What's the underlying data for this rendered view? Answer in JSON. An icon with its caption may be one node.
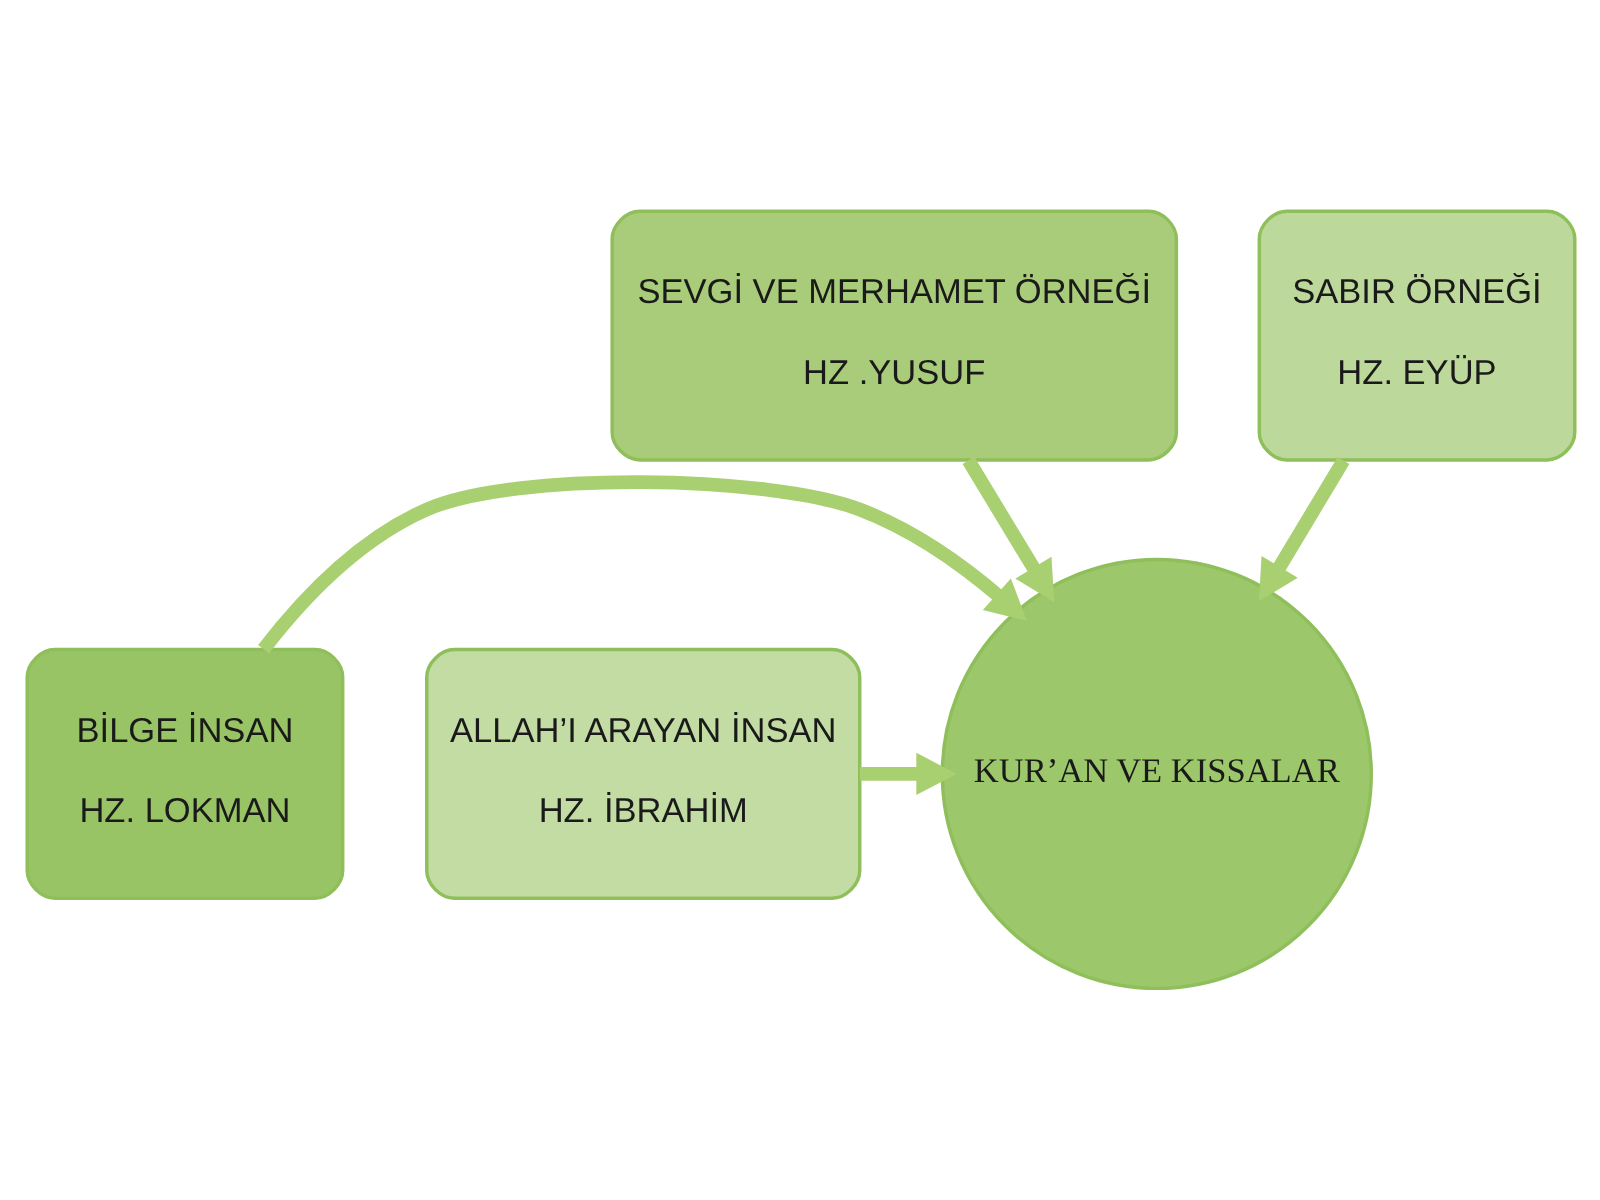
{
  "diagram": {
    "nodes": [
      {
        "text": [
          "SEVGİ VE MERHAMET ÖRNEĞİ",
          "HZ .YUSUF"
        ]
      },
      {
        "text": [
          "SABIR ÖRNEĞİ",
          "HZ. EYÜP"
        ]
      },
      {
        "text": [
          "BİLGE İNSAN",
          "HZ. LOKMAN"
        ]
      },
      {
        "text": [
          "KUR’AN VE KISSALAR"
        ]
      },
      {
        "text": [
          "ALLAH’I ARAYAN İNSAN",
          "HZ. İBRAHİM"
        ]
      }
    ],
    "edges": [
      {
        "from": 0,
        "to": 3,
        "arrow": "to"
      },
      {
        "from": 1,
        "to": 3,
        "arrow": "to"
      },
      {
        "from": 2,
        "to": 3,
        "arrow": "to"
      },
      {
        "from": 4,
        "to": 3,
        "arrow": "to"
      }
    ]
  }
}
